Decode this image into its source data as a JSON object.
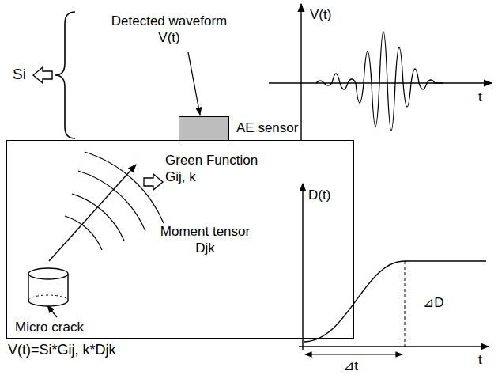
{
  "diagram": {
    "nodes": [
      {
        "text": [
          "Green Function Gij, k",
          "Moment tensor Djk"
        ]
      },
      {
        "text": [
          "Micro crack"
        ],
        "in": 0
      },
      {
        "text": [
          "AE sensor"
        ]
      }
    ],
    "labels": [
      "Si",
      "Detected waveform V(t)",
      "V(t)",
      "t",
      "D(t)",
      "t",
      "⊿D",
      "⊿t",
      "V(t)=Si*Gij, k*Djk"
    ]
  }
}
